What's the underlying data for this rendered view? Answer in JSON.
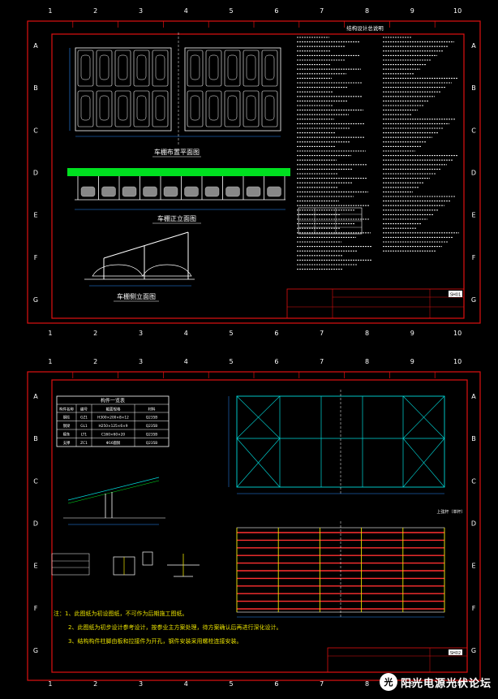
{
  "colors": {
    "frame": "#e01010",
    "structure": "#ffffff",
    "canopy": "#00e020",
    "dim": "#2a8cff",
    "cyan": "#00d8d8",
    "rafter": "#ff3030",
    "yellow": "#e8e000"
  },
  "sheet1": {
    "col_numbers": [
      "1",
      "2",
      "3",
      "4",
      "5",
      "6",
      "7",
      "8",
      "9",
      "10"
    ],
    "row_letters": [
      "A",
      "B",
      "C",
      "D",
      "E",
      "F",
      "G"
    ],
    "plan_title": "车棚布置平面图",
    "front_title": "车棚正立面图",
    "side_title": "车棚侧立面图",
    "notes_title": "结构设计总说明",
    "titleblock_sheet_no": "SH01"
  },
  "sheet2": {
    "col_numbers": [
      "1",
      "2",
      "3",
      "4",
      "5",
      "6",
      "7",
      "8",
      "9",
      "10"
    ],
    "row_letters": [
      "A",
      "B",
      "C",
      "D",
      "E",
      "F",
      "G"
    ],
    "table_title": "构件一览表",
    "table_headers": [
      "构件名称",
      "编号",
      "截面规格",
      "材料"
    ],
    "table_rows": [
      [
        "钢柱",
        "GZ1",
        "H300×200×8×12",
        "Q235B"
      ],
      [
        "钢梁",
        "GL1",
        "H250×125×6×9",
        "Q235B"
      ],
      [
        "檩条",
        "LT1",
        "C160×60×20",
        "Q235B"
      ],
      [
        "支撑",
        "ZC1",
        "Φ16圆钢",
        "Q235B"
      ]
    ],
    "notes": [
      "注：1、此图纸为初设图纸，不可作为后期施工图纸。",
      "2、此图纸为初步设计参考设计，按参业主方案处理，待方案确认后再进行深化设计。",
      "3、结构构件柱脚由板和拉接件为开孔，钢件安装采用螺栓连接安装。"
    ],
    "rafter_title": "上弦杆（单杆）",
    "titleblock_sheet_no": "SH02"
  },
  "watermark": {
    "badge": "光",
    "text": "阳光电源光伏论坛"
  }
}
